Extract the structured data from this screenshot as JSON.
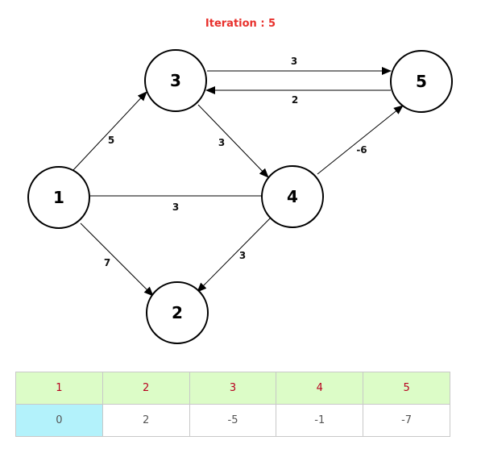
{
  "title": "Iteration : 5",
  "graph": {
    "nodes": [
      {
        "id": "n1",
        "label": "1"
      },
      {
        "id": "n2",
        "label": "2"
      },
      {
        "id": "n3",
        "label": "3"
      },
      {
        "id": "n4",
        "label": "4"
      },
      {
        "id": "n5",
        "label": "5"
      }
    ],
    "edges": [
      {
        "id": "e13",
        "from": "1",
        "to": "3",
        "weight": "5"
      },
      {
        "id": "e14",
        "from": "1",
        "to": "4",
        "weight": "3"
      },
      {
        "id": "e12",
        "from": "1",
        "to": "2",
        "weight": "7"
      },
      {
        "id": "e34",
        "from": "3",
        "to": "4",
        "weight": "3"
      },
      {
        "id": "e35",
        "from": "3",
        "to": "5",
        "weight": "3"
      },
      {
        "id": "e53",
        "from": "5",
        "to": "3",
        "weight": "2"
      },
      {
        "id": "e45",
        "from": "4",
        "to": "5",
        "weight": "-6"
      },
      {
        "id": "e42",
        "from": "4",
        "to": "2",
        "weight": "3"
      }
    ]
  },
  "table": {
    "headers": [
      "1",
      "2",
      "3",
      "4",
      "5"
    ],
    "values": [
      "0",
      "2",
      "-5",
      "-1",
      "-7"
    ]
  },
  "colors": {
    "title": "#e8302c",
    "header_bg": "#dcfcc7",
    "header_text": "#b8001f",
    "source_bg": "#b3f2fb"
  }
}
